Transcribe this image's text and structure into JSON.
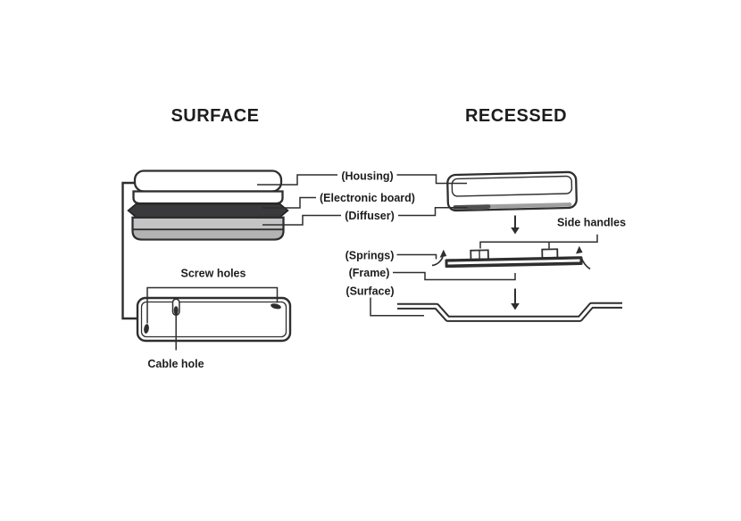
{
  "diagram": {
    "sections": {
      "surface": {
        "title": "SURFACE"
      },
      "recessed": {
        "title": "RECESSED"
      }
    },
    "labels": {
      "housing": "(Housing)",
      "electronic_board": "(Electronic board)",
      "diffuser": "(Diffuser)",
      "springs": "(Springs)",
      "frame": "(Frame)",
      "surface": "(Surface)",
      "side_handles": "Side handles",
      "screw_holes": "Screw holes",
      "cable_hole": "Cable hole"
    },
    "colors": {
      "background": "#ffffff",
      "line": "#2e2e2e",
      "text": "#1d1d1d",
      "electronic_board_fill": "#3a3a3c",
      "diffuser_fill": "#c4c4c4",
      "diffuser_lip_fill": "#b3b3b3",
      "panel_diffuser_strip": "#a0a0a0",
      "panel_diffuser_strip_dark": "#4f4f4f"
    }
  }
}
